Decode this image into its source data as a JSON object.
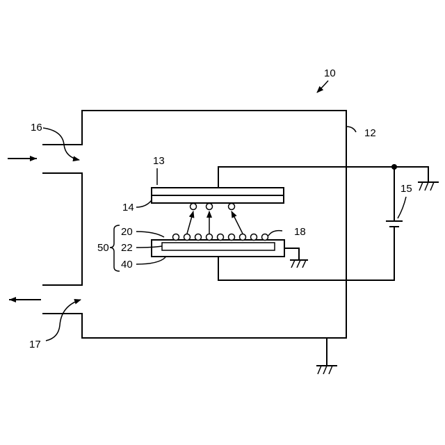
{
  "labels": {
    "apparatus": "10",
    "chamber": "12",
    "upper_electrode": "13",
    "upper_plate": "14",
    "power_supply": "15",
    "gas_inlet": "16",
    "gas_outlet": "17",
    "particles": "18",
    "layer_20": "20",
    "layer_22": "22",
    "substrate_40": "40",
    "stack_50": "50"
  },
  "colors": {
    "line": "#000000",
    "background": "#ffffff"
  },
  "particle_count": 9,
  "emitted_particle_count": 3
}
